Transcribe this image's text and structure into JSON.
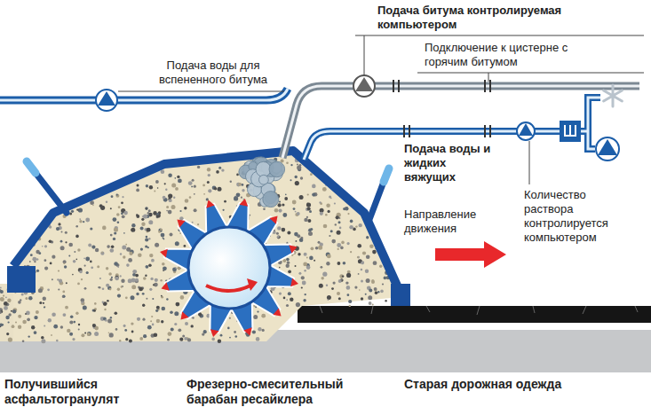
{
  "diagram": {
    "labels": [
      "Подача битума контролируемая компьютером",
      "Подключение к цистерне с горячим битумом",
      "Подача воды для вспененного битума",
      "Подача воды и жидких вяжущих",
      "Направление движения",
      "Количество раствора контролируется компьютером",
      "Получившийся асфальтогранулят",
      "Фрезерно-смесительный барабан ресайклера",
      "Старая дорожная одежда"
    ]
  }
}
